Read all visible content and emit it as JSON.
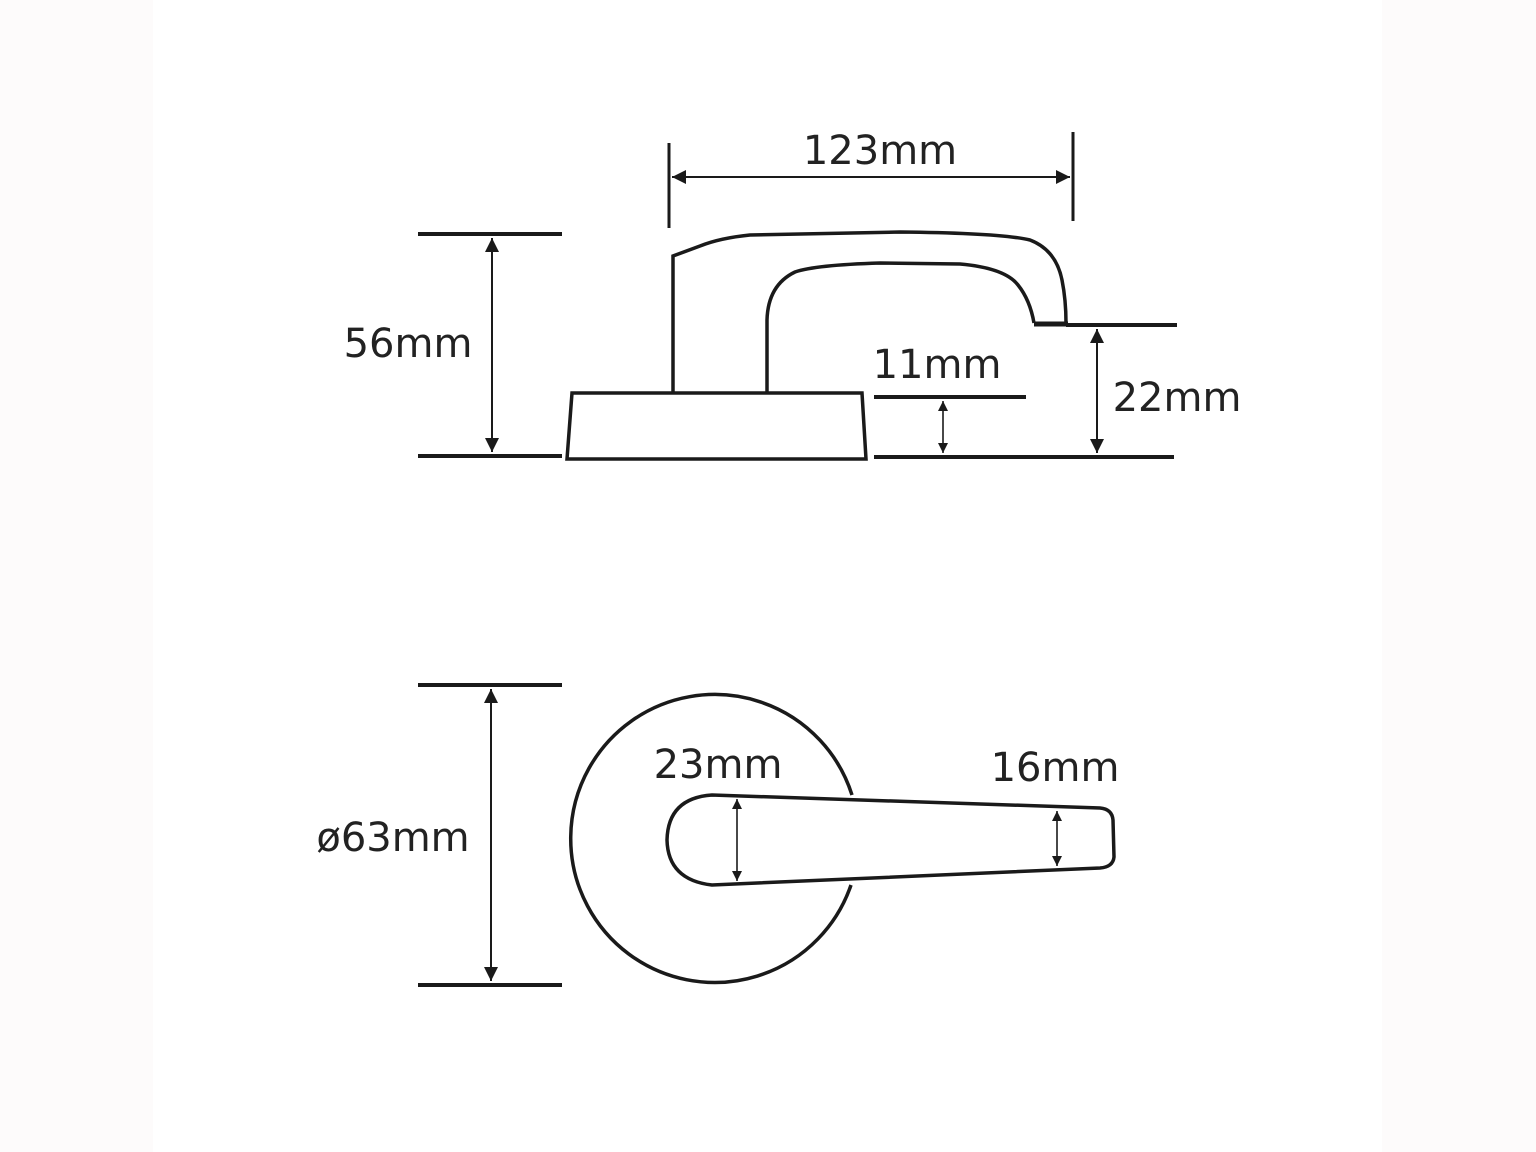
{
  "colors": {
    "background": "#ffffff",
    "side_band": "#fdfbfb",
    "stroke": "#1a1a1a",
    "text": "#222222"
  },
  "side_view": {
    "overall_length": "123mm",
    "overall_height": "56mm",
    "base_height": "11mm",
    "lever_clearance": "22mm"
  },
  "top_view": {
    "rose_diameter": "ø63mm",
    "lever_root_width": "23mm",
    "lever_tip_width": "16mm"
  }
}
